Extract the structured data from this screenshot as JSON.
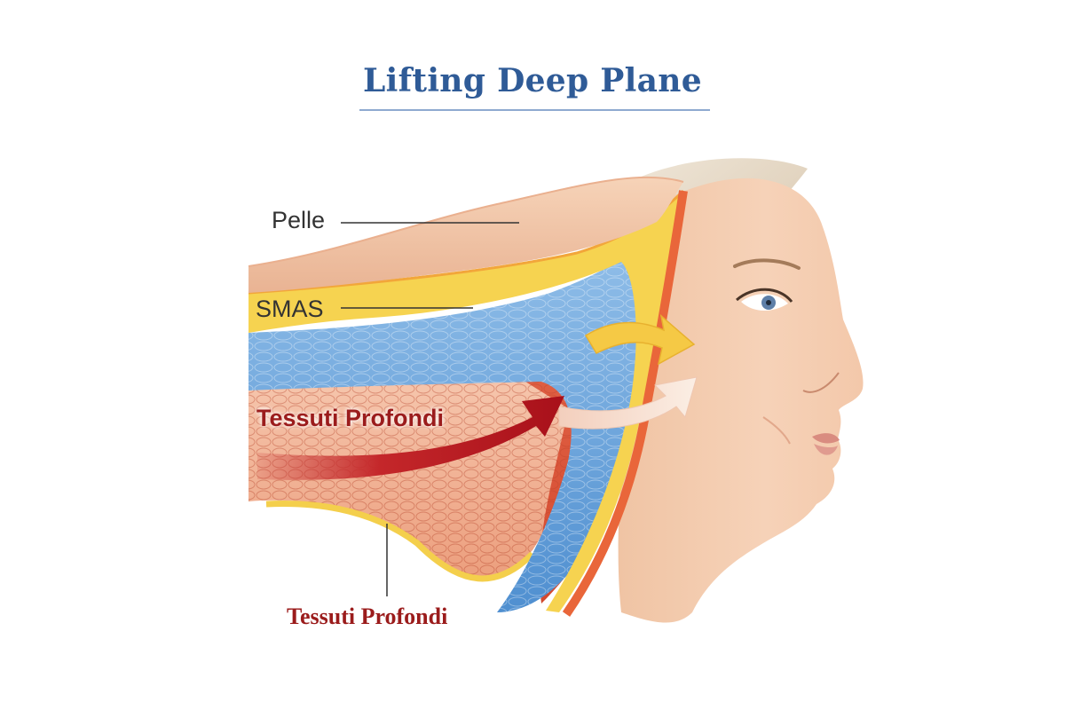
{
  "title": "Lifting Deep Plane",
  "labels": {
    "skin": "Pelle",
    "smas": "SMAS",
    "deep_tissue_upper": "Tessuti Profondi",
    "deep_tissue_lower": "Tessuti Profondi"
  },
  "colors": {
    "title": "#2f5b97",
    "skin_layer": "#f1c4a3",
    "smas_layer": "#f7d54a",
    "muscle_blue_layer": "#5b9bd8",
    "deep_tissue_red": "#d8472f",
    "deep_tissue_label": "#9b1c1c",
    "lift_arrow_yellow": "#f6c94a",
    "lift_arrow_red": "#b3141a",
    "lift_arrow_light": "#f6dccf"
  },
  "icons": {
    "face": "female-face-profile",
    "lift_arrows": "curved-lift-arrow"
  }
}
